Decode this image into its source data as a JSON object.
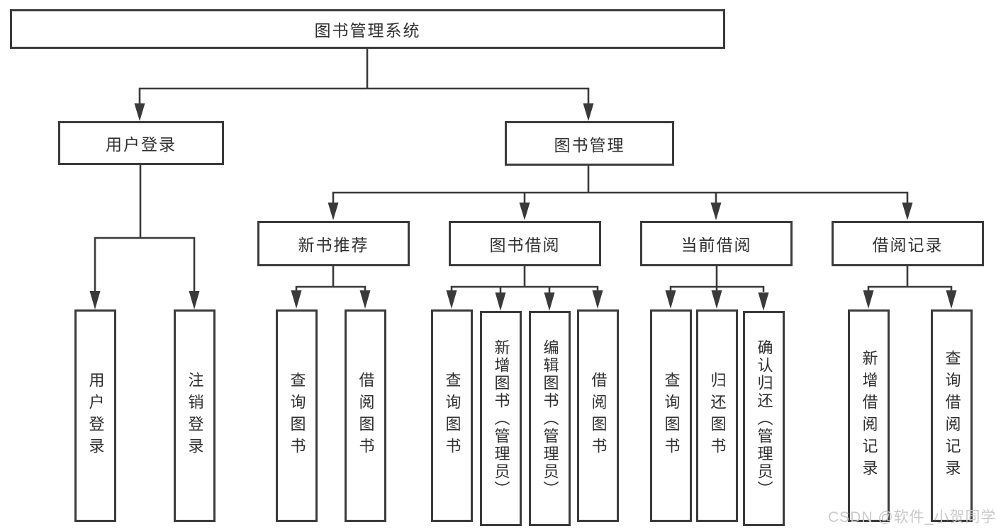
{
  "tree": {
    "root": {
      "label": "图书管理系统"
    },
    "children": [
      {
        "label": "用户登录",
        "children": [
          {
            "label": "用户登录"
          },
          {
            "label": "注销登录"
          }
        ]
      },
      {
        "label": "图书管理",
        "children": [
          {
            "label": "新书推荐",
            "children": [
              {
                "label": "查询图书"
              },
              {
                "label": "借阅图书"
              }
            ]
          },
          {
            "label": "图书借阅",
            "children": [
              {
                "label": "查询图书"
              },
              {
                "label": "新增图书（管理员）"
              },
              {
                "label": "编辑图书（管理员）"
              },
              {
                "label": "借阅图书"
              }
            ]
          },
          {
            "label": "当前借阅",
            "children": [
              {
                "label": "查询图书"
              },
              {
                "label": "归还图书"
              },
              {
                "label": "确认归还（管理员）"
              }
            ]
          },
          {
            "label": "借阅记录",
            "children": [
              {
                "label": "新增借阅记录"
              },
              {
                "label": "查询借阅记录"
              }
            ]
          }
        ]
      }
    ]
  },
  "watermark": "CSDN @软件_小贺同学",
  "colors": {
    "line": "#3a3a3a",
    "border": "#3b3b3b",
    "text": "#2f2f2f",
    "background": "#ffffff",
    "watermark": "#c9c9c9"
  }
}
